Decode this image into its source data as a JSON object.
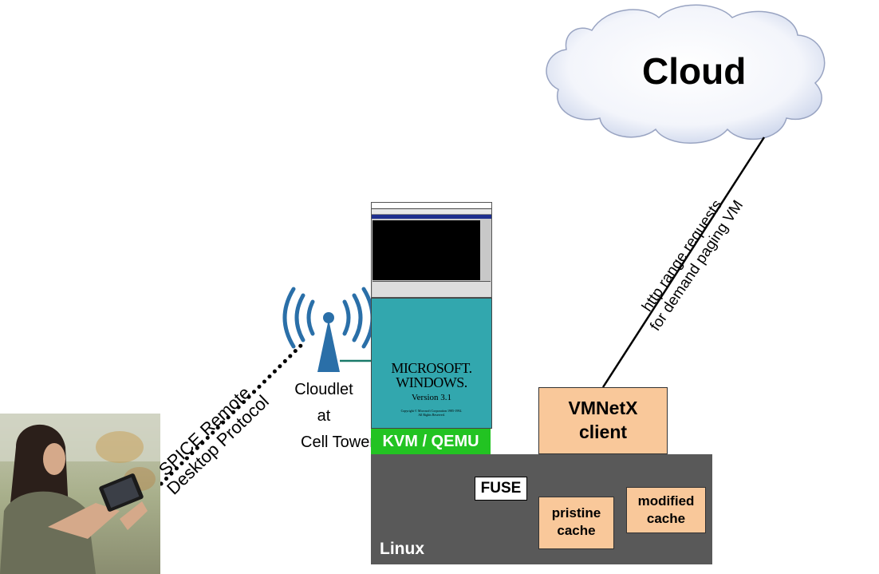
{
  "cloud": {
    "label": "Cloud"
  },
  "http_link": {
    "line1": "http range requests",
    "line2": "for demand paging VM"
  },
  "spice_link": {
    "line1": "SPICE Remote",
    "line2": "Desktop Protocol"
  },
  "cloudlet": {
    "line1": "Cloudlet",
    "line2": "at",
    "line3": "Cell Tower"
  },
  "hypervisor": {
    "label": "KVM / QEMU"
  },
  "guest_os": {
    "brand_line1": "MICROSOFT.",
    "brand_line2": "WINDOWS.",
    "version": "Version 3.1",
    "copyright_line1": "Copyright © Microsoft Corporation 1985-1992.",
    "copyright_line2": "All Rights Reserved."
  },
  "vmnetx": {
    "line1": "VMNetX",
    "line2": "client"
  },
  "fuse": {
    "label": "FUSE"
  },
  "pristine_cache": {
    "line1": "pristine",
    "line2": "cache"
  },
  "modified_cache": {
    "line1": "modified",
    "line2": "cache"
  },
  "host_os": {
    "label": "Linux"
  },
  "colors": {
    "linux_bg": "#595959",
    "kvm_bg": "#22c322",
    "box_fill": "#f9c89a",
    "antenna": "#2a6fa8",
    "link_line": "#1a7a6a",
    "windows_bg": "#32a7ae"
  }
}
